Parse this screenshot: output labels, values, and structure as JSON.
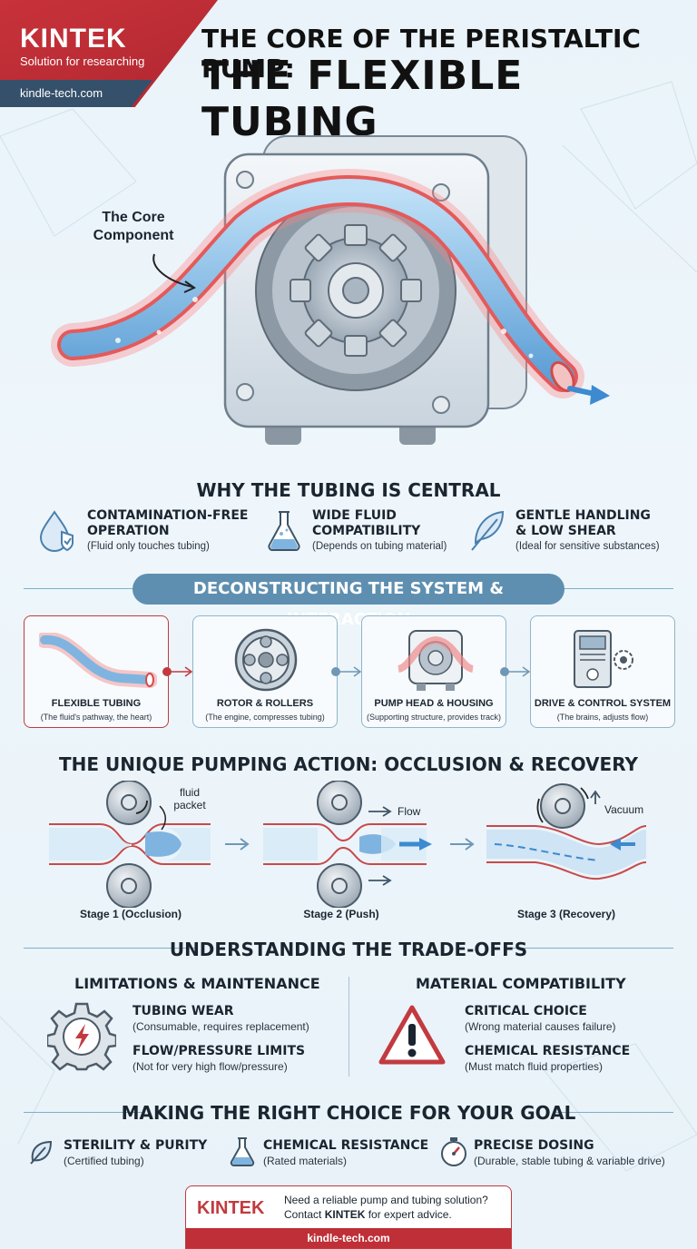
{
  "brand": {
    "name": "KINTEK",
    "tagline": "Solution for researching",
    "url": "kindle-tech.com"
  },
  "header": {
    "title_line1": "THE CORE OF THE PERISTALTIC PUMP:",
    "title_line2": "THE FLEXIBLE TUBING"
  },
  "hero": {
    "callout": "The Core\nComponent",
    "callout_line1": "The Core",
    "callout_line2": "Component"
  },
  "why": {
    "title": "WHY THE TUBING IS CENTRAL",
    "items": [
      {
        "title_line1": "CONTAMINATION-FREE",
        "title_line2": "OPERATION",
        "sub": "(Fluid only touches tubing)",
        "icon": "droplet-shield-icon"
      },
      {
        "title_line1": "WIDE FLUID",
        "title_line2": "COMPATIBILITY",
        "sub": "(Depends on tubing material)",
        "icon": "flask-icon"
      },
      {
        "title_line1": "GENTLE HANDLING",
        "title_line2": "& LOW SHEAR",
        "sub": "(Ideal for sensitive substances)",
        "icon": "feather-icon"
      }
    ]
  },
  "system": {
    "title": "DECONSTRUCTING THE SYSTEM & INTERACTION",
    "cards": [
      {
        "title": "FLEXIBLE TUBING",
        "sub": "(The fluid's pathway, the heart)"
      },
      {
        "title": "ROTOR & ROLLERS",
        "sub": "(The engine, compresses tubing)"
      },
      {
        "title": "PUMP HEAD & HOUSING",
        "sub": "(Supporting structure, provides track)"
      },
      {
        "title": "DRIVE & CONTROL SYSTEM",
        "sub": "(The brains, adjusts flow)"
      }
    ]
  },
  "action": {
    "title": "THE UNIQUE PUMPING ACTION: OCCLUSION & RECOVERY",
    "packet_label_line1": "fluid",
    "packet_label_line2": "packet",
    "flow_label": "Flow",
    "vacuum_label": "Vacuum",
    "stages": [
      "Stage 1 (Occlusion)",
      "Stage 2 (Push)",
      "Stage 3 (Recovery)"
    ]
  },
  "tradeoffs": {
    "title": "UNDERSTANDING THE TRADE-OFFS",
    "left": {
      "title": "LIMITATIONS & MAINTENANCE",
      "items": [
        {
          "title": "TUBING WEAR",
          "sub": "(Consumable, requires replacement)"
        },
        {
          "title": "FLOW/PRESSURE LIMITS",
          "sub": "(Not for very high flow/pressure)"
        }
      ]
    },
    "right": {
      "title": "MATERIAL COMPATIBILITY",
      "items": [
        {
          "title": "CRITICAL CHOICE",
          "sub": "(Wrong material causes failure)"
        },
        {
          "title": "CHEMICAL RESISTANCE",
          "sub": "(Must match fluid properties)"
        }
      ]
    }
  },
  "goal": {
    "title": "MAKING THE RIGHT CHOICE FOR YOUR GOAL",
    "items": [
      {
        "title": "STERILITY & PURITY",
        "sub": "(Certified tubing)",
        "icon": "leaf-icon"
      },
      {
        "title": "CHEMICAL RESISTANCE",
        "sub": "(Rated materials)",
        "icon": "flask-icon"
      },
      {
        "title": "PRECISE DOSING",
        "sub": "(Durable, stable tubing & variable drive)",
        "icon": "stopwatch-icon"
      }
    ]
  },
  "footer": {
    "logo": "KINTEK",
    "line1": "Need a reliable pump and tubing solution?",
    "line2_prefix": "Contact ",
    "line2_brand": "KINTEK",
    "line2_suffix": " for expert advice.",
    "url": "kindle-tech.com"
  },
  "colors": {
    "brand_red": "#c23a3f",
    "navy": "#35506a",
    "tube_blue": "#7fb4e0",
    "glow_red": "#ff6b6b",
    "pill_blue": "#5f8fb0"
  }
}
